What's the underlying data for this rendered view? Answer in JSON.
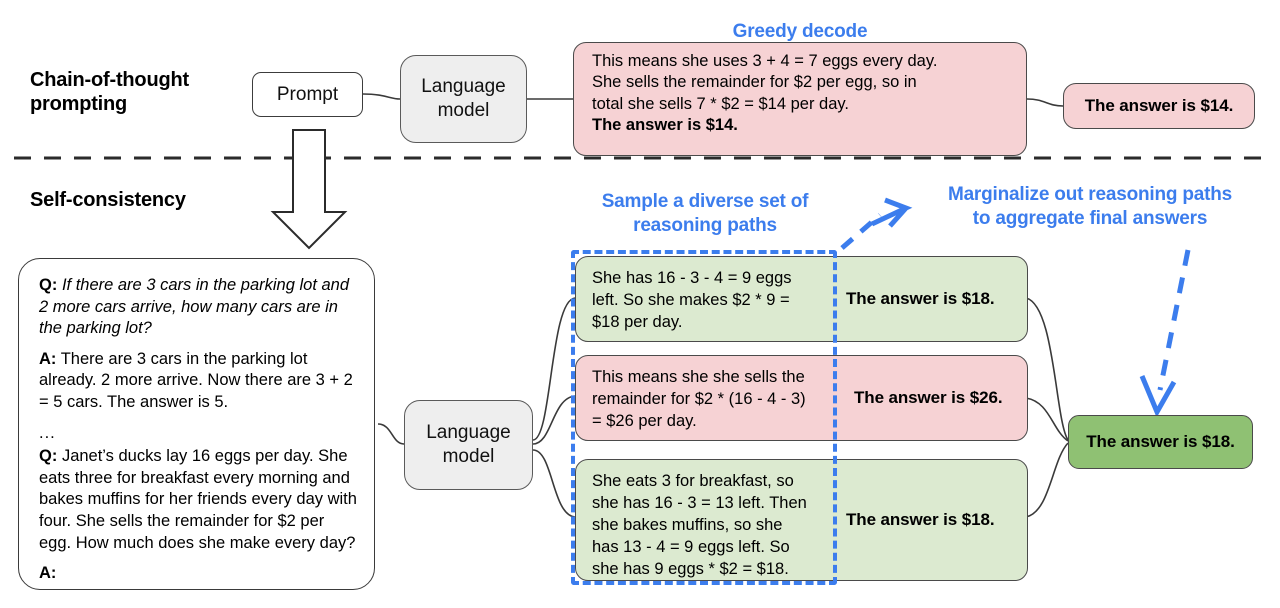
{
  "figure": {
    "top_section_title": "Chain-of-thought\nprompting",
    "bottom_section_title": "Self-consistency"
  },
  "top_row": {
    "prompt_label": "Prompt",
    "model_label": "Language\nmodel",
    "greedy_heading": "Greedy decode",
    "output_lines": [
      "This means she uses 3 + 4 = 7 eggs every day.",
      "She sells the remainder for $2 per egg, so in",
      "total she sells 7 * $2 = $14 per day."
    ],
    "output_bold_line": "The answer is $14.",
    "final_answer": "The answer is $14."
  },
  "bottom_row": {
    "model_label": "Language\nmodel",
    "sample_heading": "Sample a diverse set of\nreasoning paths",
    "marginalize_heading": "Marginalize out reasoning paths\nto aggregate final answers",
    "final_answer": "The answer is $18.",
    "prompt_card": {
      "q1_tag": "Q:",
      "q1_text": "If there are 3 cars in the parking lot and 2 more cars arrive, how many cars are in the parking lot?",
      "a1_tag": "A:",
      "a1_text": "There are 3 cars in the parking lot already. 2 more arrive. Now there are 3 + 2 = 5 cars. The answer is 5.",
      "ellipsis": "...",
      "q2_tag": "Q:",
      "q2_text": "Janet’s ducks lay 16 eggs per day. She eats three for breakfast every morning and bakes muffins for her friends every day with four. She sells the remainder for $2 per egg. How much does she make every day?",
      "a2_tag": "A:"
    },
    "paths": [
      {
        "color": "green",
        "reasoning_lines": [
          "She has 16 - 3 - 4 = 9 eggs",
          "left. So she makes $2 * 9 =",
          "$18 per day."
        ],
        "answer": "The answer is $18."
      },
      {
        "color": "pink",
        "reasoning_lines": [
          "This means she she sells the",
          "remainder for $2 * (16 - 4 - 3)",
          "= $26 per day."
        ],
        "answer": "The answer is $26."
      },
      {
        "color": "green",
        "reasoning_lines": [
          "She eats 3 for breakfast, so",
          "she has 16 - 3 = 13 left. Then",
          "she bakes muffins, so she",
          "has 13 - 4 = 9 eggs left. So",
          "she has 9 eggs * $2 = $18."
        ],
        "answer": "The answer is $18."
      }
    ]
  },
  "colors": {
    "accent_blue": "#3c7ded",
    "pink_fill": "#f6d2d4",
    "green_fill": "#dcead0",
    "dark_green_fill": "#8fc173",
    "gray_fill": "#eeeeee",
    "stroke": "#3a3a3a"
  }
}
